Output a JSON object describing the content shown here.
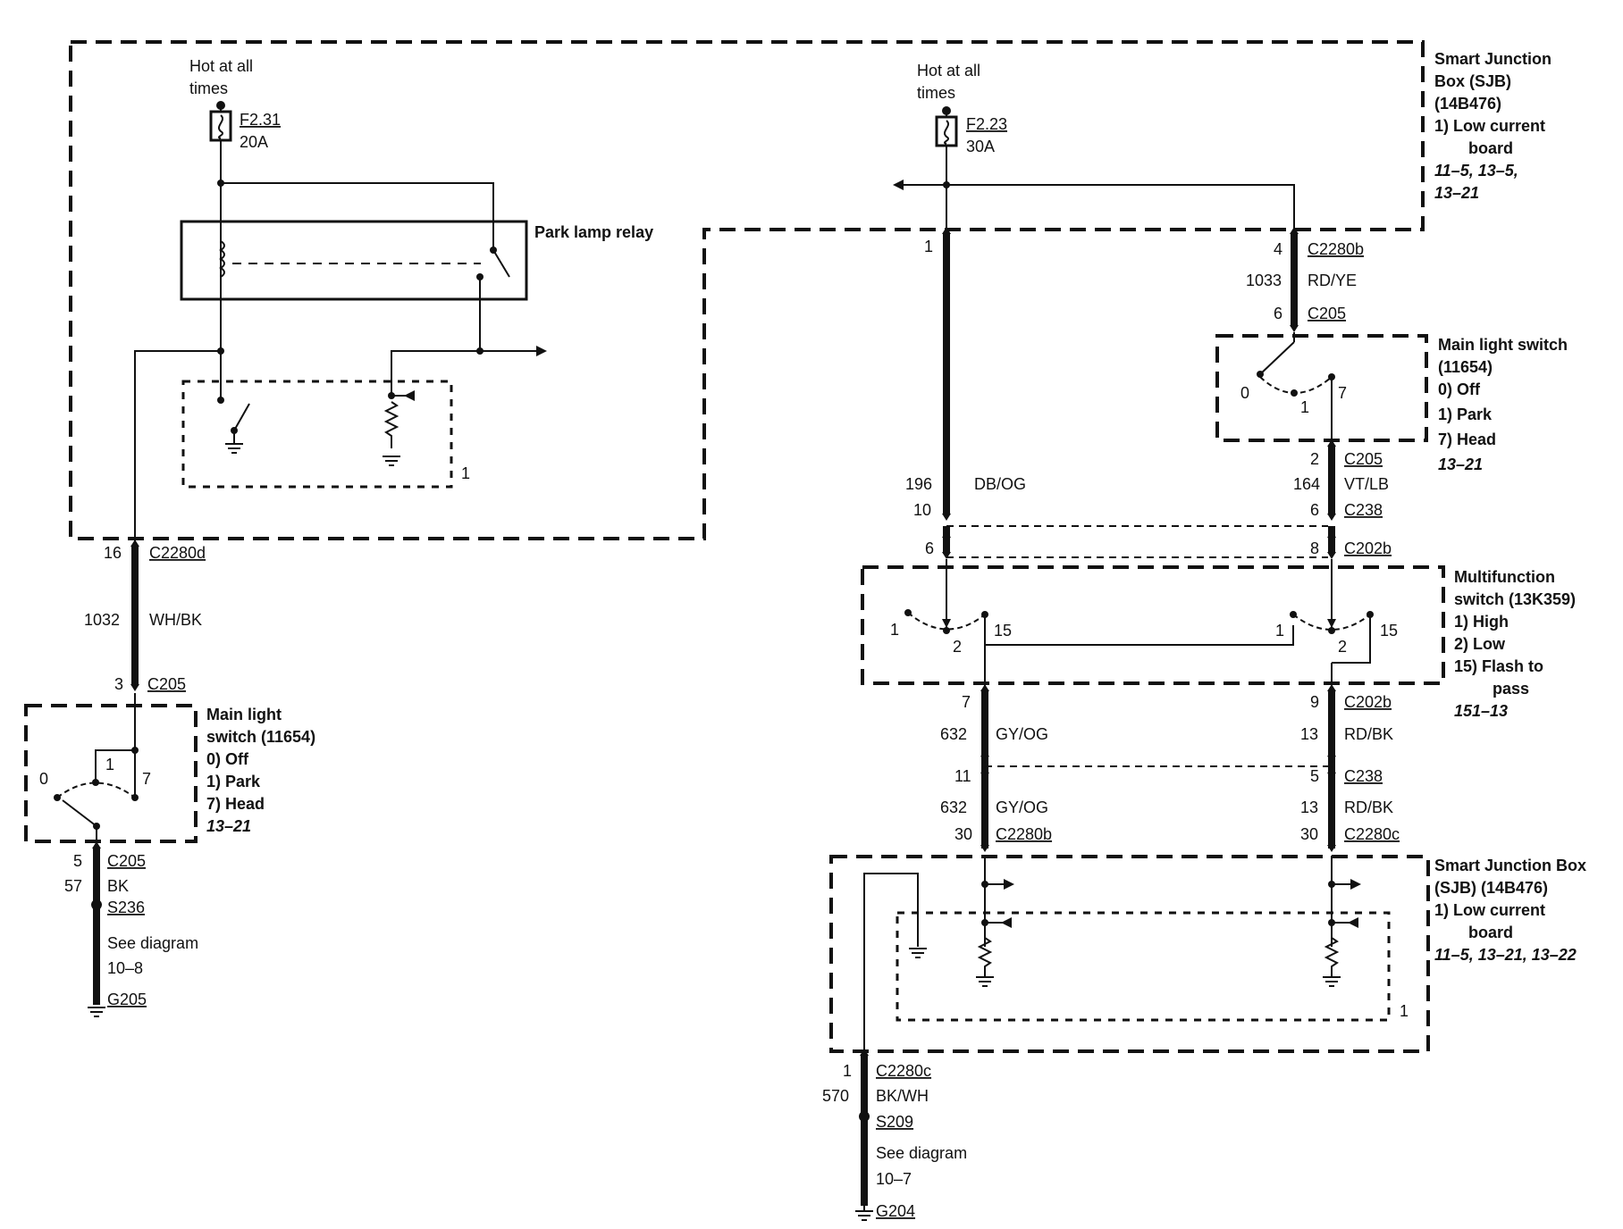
{
  "sjb_top": {
    "title1": "Smart Junction",
    "title2": "Box (SJB)",
    "title3": "(14B476)",
    "item1": "1)   Low current",
    "item1b": "board",
    "refs1": "11–5, 13–5,",
    "refs2": "13–21"
  },
  "fuse_left": {
    "hot1": "Hot at all",
    "hot2": "times",
    "id": "F2.31",
    "amps": "20A"
  },
  "fuse_right": {
    "hot1": "Hot at all",
    "hot2": "times",
    "id": "F2.23",
    "amps": "30A"
  },
  "relay_label": "Park lamp relay",
  "left_branch": {
    "inner_box_num": "1",
    "pin_c2280d": "16",
    "conn_c2280d": "C2280d",
    "circuit": "1032",
    "color": "WH/BK",
    "pin_c205_top": "3",
    "conn_c205_top": "C205",
    "switch_title1": "Main light",
    "switch_title2": "switch (11654)",
    "opt0": "0)   Off",
    "opt1": "1)   Park",
    "opt7": "7)   Head",
    "ref": "13–21",
    "pos0": "0",
    "pos1": "1",
    "pos7": "7",
    "pin_c205_bot": "5",
    "conn_c205_bot": "C205",
    "gnd_circuit": "57",
    "gnd_color": "BK",
    "splice": "S236",
    "see1": "See diagram",
    "see2": "10–8",
    "ground": "G205"
  },
  "mid_left": {
    "pin_top": "1",
    "circuit": "196",
    "color": "DB/OG",
    "pin_c238": "10",
    "pin_c202b": "6"
  },
  "mid_right": {
    "pin_c2280b": "4",
    "conn_c2280b": "C2280b",
    "circuit": "1033",
    "color": "RD/YE",
    "pin_c205": "6",
    "conn_c205": "C205",
    "sw_title1": "Main light switch",
    "sw_title2": "(11654)",
    "opt0": "0)   Off",
    "opt1": "1)   Park",
    "opt7": "7)   Head",
    "ref": "13–21",
    "pos0": "0",
    "pos1": "1",
    "pos7": "7",
    "pin_c205_2": "2",
    "conn_c205_2": "C205",
    "circuit2": "164",
    "color2": "VT/LB",
    "pin_c238": "6",
    "conn_c238": "C238",
    "pin_c202b": "8",
    "conn_c202b": "C202b"
  },
  "multifunction": {
    "title1": "Multifunction",
    "title2": "switch (13K359)",
    "opt1": "1)   High",
    "opt2": "2)   Low",
    "opt15": "15)  Flash to",
    "opt15b": "pass",
    "ref": "151–13",
    "l1": "1",
    "l2": "2",
    "l15": "15",
    "r1": "1",
    "r2": "2",
    "r15": "15"
  },
  "lower_left": {
    "pin_c202b": "7",
    "circuit": "632",
    "color": "GY/OG",
    "pin_c238": "11",
    "circuit2": "632",
    "color2": "GY/OG",
    "pin_c2280b": "30",
    "conn_c2280b": "C2280b"
  },
  "lower_right": {
    "pin_c202b": "9",
    "conn_c202b": "C202b",
    "circuit": "13",
    "color": "RD/BK",
    "pin_c238": "5",
    "conn_c238": "C238",
    "circuit2": "13",
    "color2": "RD/BK",
    "pin_c2280c": "30",
    "conn_c2280c": "C2280c"
  },
  "sjb_bottom": {
    "title1": "Smart Junction Box",
    "title2": "(SJB) (14B476)",
    "item1": "1)   Low current",
    "item1b": "board",
    "refs": "11–5, 13–21, 13–22",
    "inner_num": "1"
  },
  "bottom_ground": {
    "pin": "1",
    "conn": "C2280c",
    "circuit": "570",
    "color": "BK/WH",
    "splice": "S209",
    "see1": "See diagram",
    "see2": "10–7",
    "ground": "G204"
  }
}
